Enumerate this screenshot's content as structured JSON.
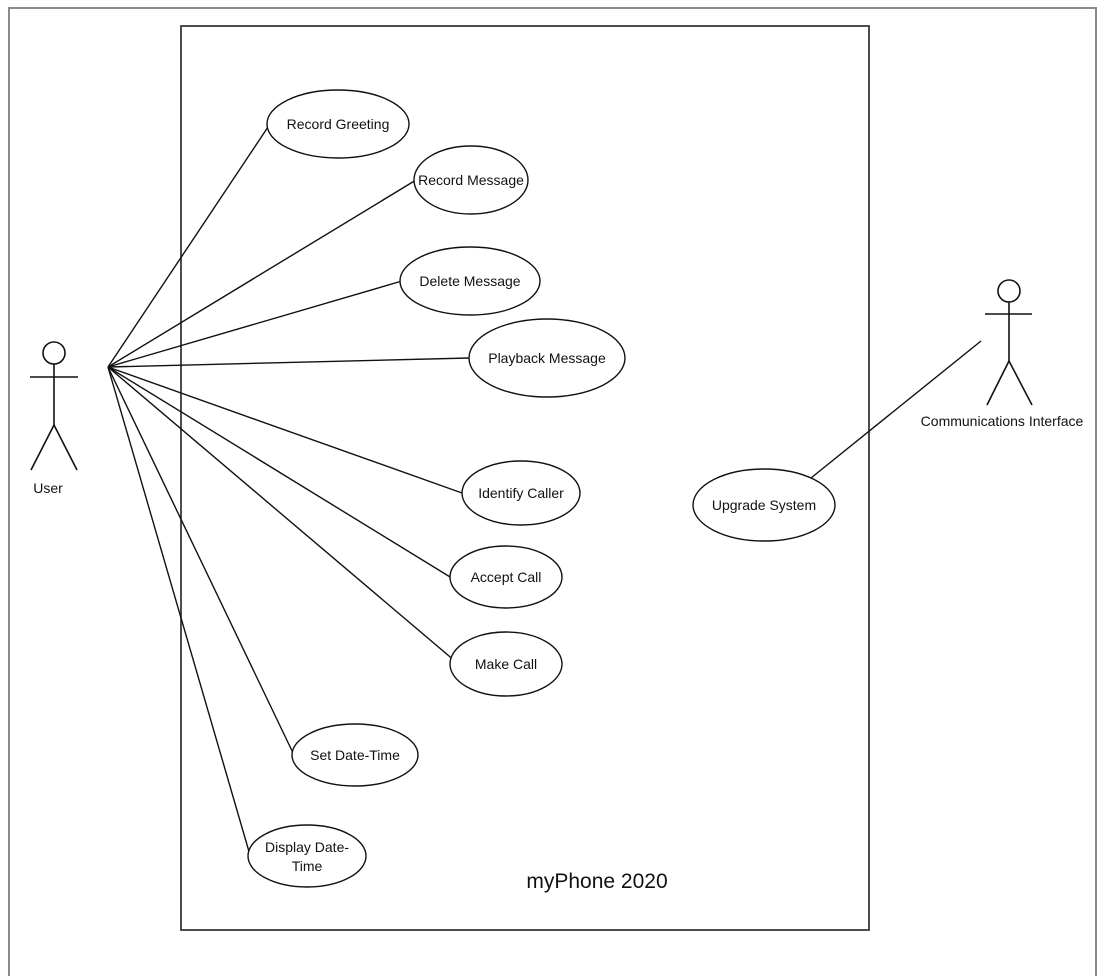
{
  "system": {
    "name": "myPhone 2020"
  },
  "actors": {
    "user": {
      "label": "User"
    },
    "comm": {
      "label": "Communications Interface"
    }
  },
  "use_cases": {
    "record_greeting": [
      "Record Greeting"
    ],
    "record_message": [
      "Record Message"
    ],
    "delete_message": [
      "Delete Message"
    ],
    "playback_message": [
      "Playback Message"
    ],
    "identify_caller": [
      "Identify Caller"
    ],
    "accept_call": [
      "Accept Call"
    ],
    "make_call": [
      "Make Call"
    ],
    "set_date_time": [
      "Set Date-Time"
    ],
    "display_date_time": [
      "Display Date-",
      "Time"
    ],
    "upgrade_system": [
      "Upgrade System"
    ]
  }
}
